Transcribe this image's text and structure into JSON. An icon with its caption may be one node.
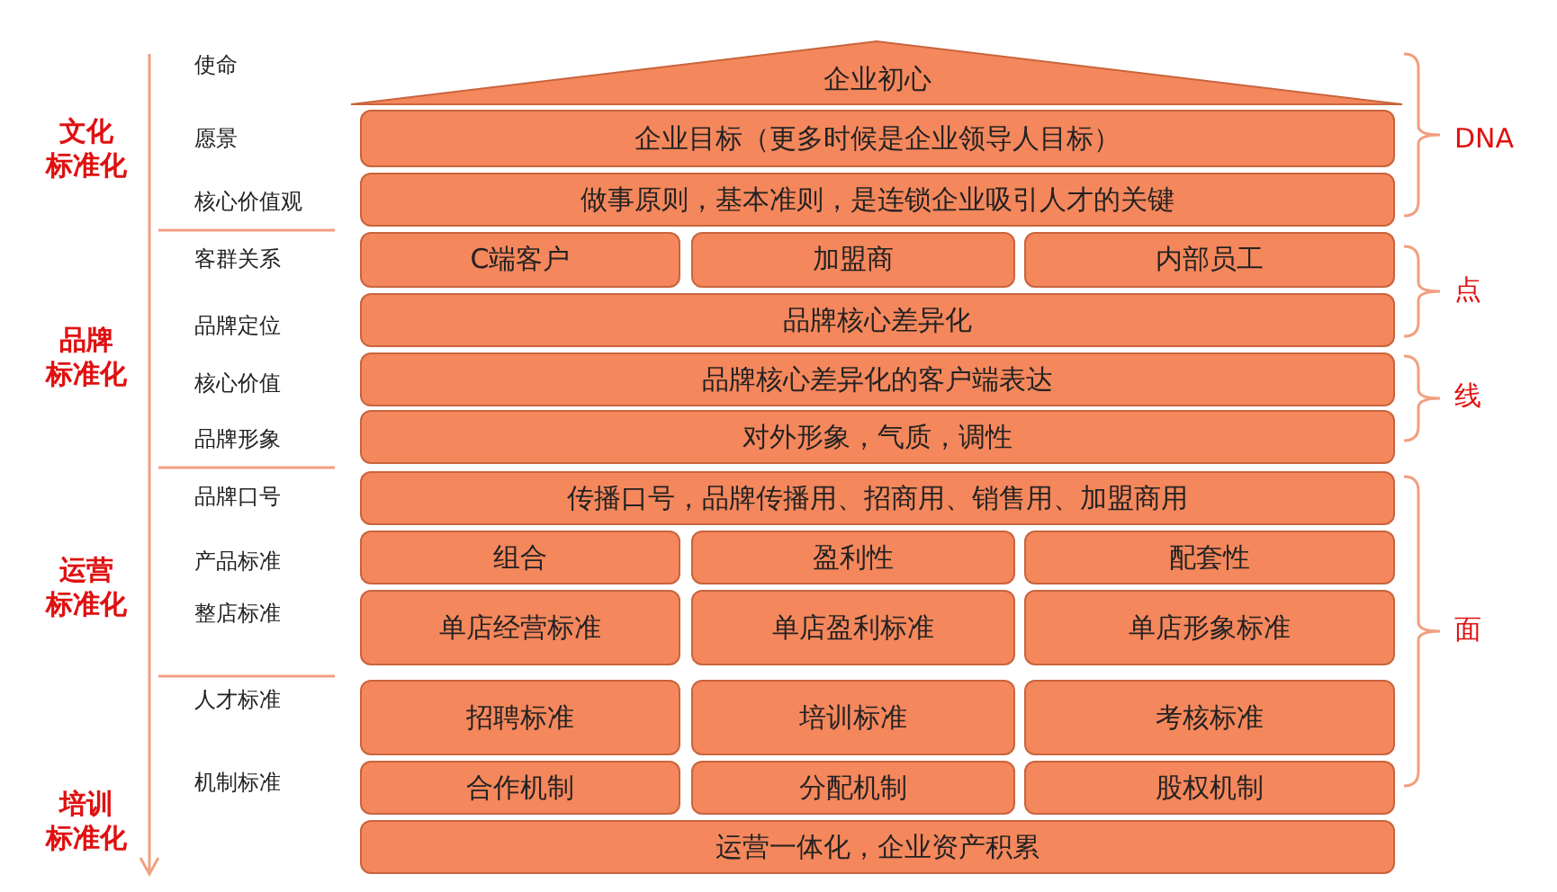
{
  "diagram": {
    "nodes": [
      {
        "text": [
          "企业初心"
        ]
      },
      {
        "text": [
          "企业目标（更多时候是企业领导人目标）"
        ]
      },
      {
        "text": [
          "做事原则，基本准则，是连锁企业吸引人才的关键"
        ]
      },
      {
        "text": [
          "C端客户"
        ]
      },
      {
        "text": [
          "加盟商"
        ]
      },
      {
        "text": [
          "内部员工"
        ]
      },
      {
        "text": [
          "品牌核心差异化"
        ]
      },
      {
        "text": [
          "品牌核心差异化的客户端表达"
        ]
      },
      {
        "text": [
          "对外形象，气质，调性"
        ]
      },
      {
        "text": [
          "传播口号，品牌传播用、招商用、销售用、加盟商用"
        ]
      },
      {
        "text": [
          "组合"
        ]
      },
      {
        "text": [
          "盈利性"
        ]
      },
      {
        "text": [
          "配套性"
        ]
      },
      {
        "text": [
          "单店经营标准"
        ]
      },
      {
        "text": [
          "单店盈利标准"
        ]
      },
      {
        "text": [
          "单店形象标准"
        ]
      },
      {
        "text": [
          "招聘标准"
        ]
      },
      {
        "text": [
          "培训标准"
        ]
      },
      {
        "text": [
          "考核标准"
        ]
      },
      {
        "text": [
          "合作机制"
        ]
      },
      {
        "text": [
          "分配机制"
        ]
      },
      {
        "text": [
          "股权机制"
        ]
      },
      {
        "text": [
          "运营一体化，企业资产积累"
        ]
      }
    ],
    "labels": [
      "使命",
      "文化标准化",
      "愿景",
      "核心价值观",
      "客群关系",
      "品牌定位",
      "品牌标准化",
      "核心价值",
      "品牌形象",
      "品牌口号",
      "产品标准",
      "运营标准化",
      "整店标准",
      "人才标准",
      "机制标准",
      "培训标准化",
      "DNA",
      "点",
      "线",
      "面"
    ]
  }
}
